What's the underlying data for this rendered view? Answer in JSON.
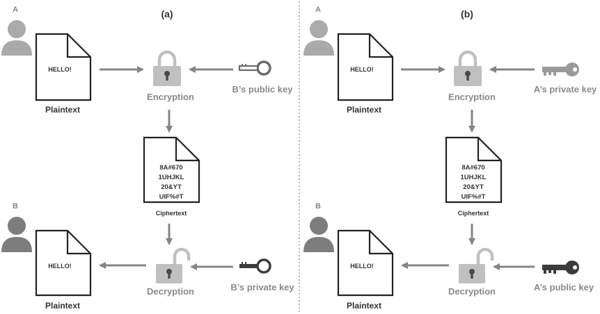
{
  "panel_a": {
    "caption": "(a)",
    "sender": "A",
    "receiver": "B",
    "doc_text": "HELLO!",
    "plaintext_top": "Plaintext",
    "encryption": "Encryption",
    "encrypt_key": "B’s public key",
    "cipher_lines": [
      "8A#670",
      "1UHJKL",
      "20&YT",
      "UIF%#T"
    ],
    "ciphertext": "Ciphertext",
    "decryption": "Decryption",
    "decrypt_key": "B’s private key",
    "doc_text_bottom": "HELLO!",
    "plaintext_bottom": "Plaintext"
  },
  "panel_b": {
    "caption": "(b)",
    "sender": "A",
    "receiver": "B",
    "doc_text": "HELLO!",
    "plaintext_top": "Plaintext",
    "encryption": "Encryption",
    "encrypt_key": "A’s private key",
    "cipher_lines": [
      "8A#670",
      "1UHJKL",
      "20&YT",
      "UIF%#T"
    ],
    "ciphertext": "Ciphertext",
    "decryption": "Decryption",
    "decrypt_key": "A’s public key",
    "doc_text_bottom": "HELLO!",
    "plaintext_bottom": "Plaintext"
  },
  "colors": {
    "person_light": "#aaaaaa",
    "person_dark": "#7d7d7d",
    "arrow": "#858585",
    "lock_light": "#c0c0c0",
    "label_gray": "#8a8a8a",
    "text_dark": "#333333",
    "key_outline": "#6a6a6a",
    "key_solid": "#3c3c3c"
  }
}
